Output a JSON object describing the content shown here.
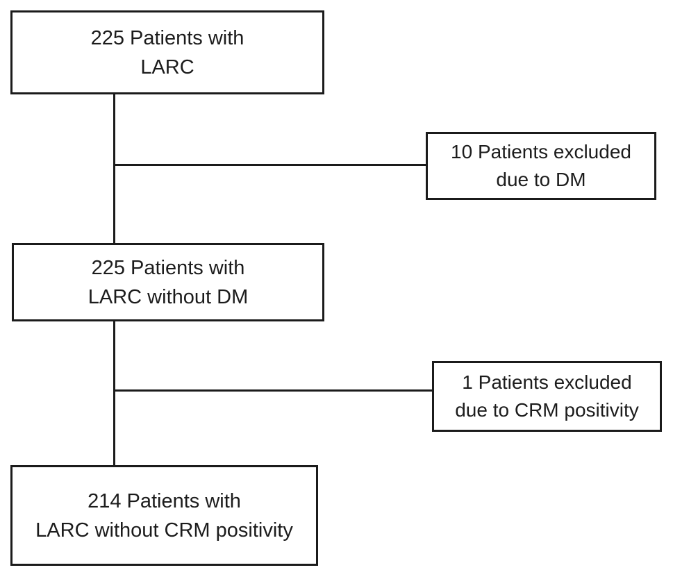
{
  "diagram": {
    "type": "patient-flowchart",
    "background_color": "#ffffff",
    "line_color": "#1b1b1b",
    "text_color": "#1c1c1c",
    "nodes": [
      {
        "id": "larc-total",
        "line1": "225 Patients with",
        "line2": "LARC"
      },
      {
        "id": "excluded-dm",
        "line1": "10 Patients excluded",
        "line2": "due to DM"
      },
      {
        "id": "larc-no-dm",
        "line1": "225 Patients with",
        "line2": "LARC without DM"
      },
      {
        "id": "excluded-crm",
        "line1": "1 Patients excluded",
        "line2": "due to CRM positivity"
      },
      {
        "id": "larc-no-crm",
        "line1": "214 Patients with",
        "line2": "LARC without CRM positivity"
      }
    ]
  }
}
